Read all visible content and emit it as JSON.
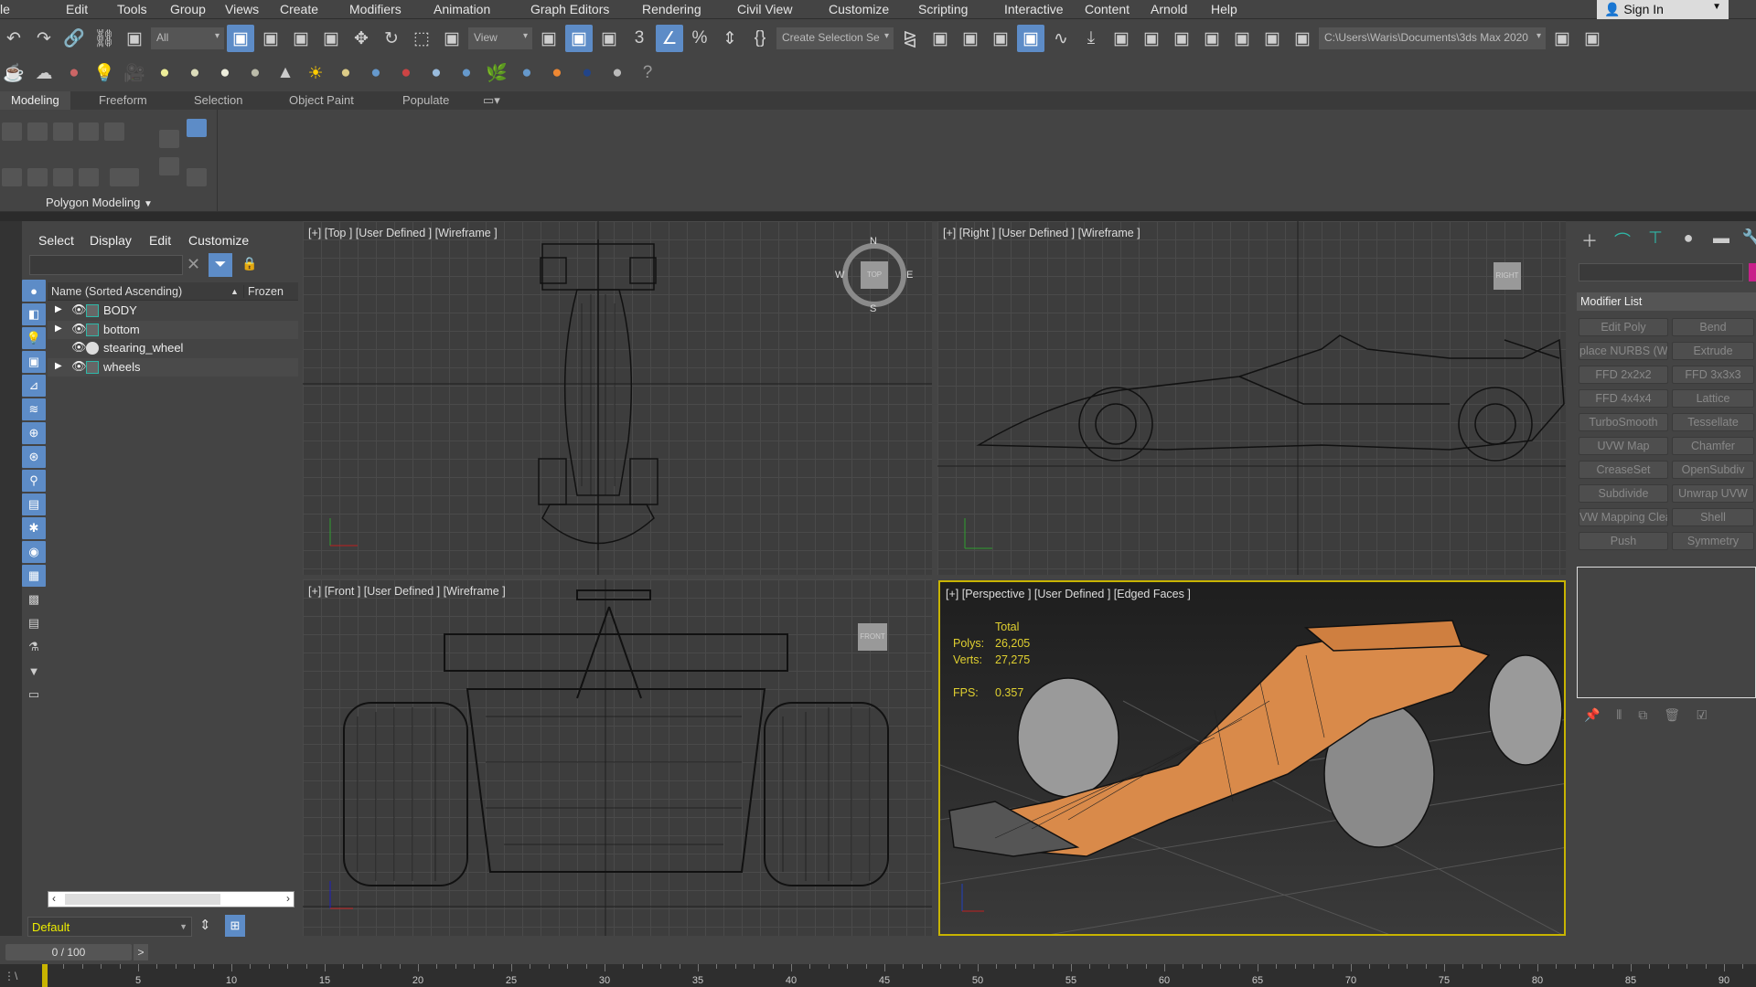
{
  "menu": [
    "le",
    "Edit",
    "Tools",
    "Group",
    "Views",
    "Create",
    "Modifiers",
    "Animation",
    "Graph Editors",
    "Rendering",
    "Civil View",
    "Customize",
    "Scripting",
    "Interactive",
    "Content",
    "Arnold",
    "Help"
  ],
  "sign_in": "Sign In",
  "toolbar1": {
    "filter_value": "All",
    "ref_coord_value": "View",
    "selection_set_value": "Create Selection Se",
    "project_path": "C:\\Users\\Waris\\Documents\\3ds Max 2020",
    "icons": [
      "undo-icon",
      "redo-icon",
      "link-icon",
      "unlink-icon",
      "bind-spacewarp-icon",
      "filter-select",
      "select-object-icon",
      "select-by-name-icon",
      "rect-select-region-icon",
      "window-crossing-icon",
      "move-icon",
      "rotate-icon",
      "scale-icon",
      "placement-icon",
      "ref-coord-select",
      "use-pivot-icon",
      "select-manipulate-icon",
      "keyboard-shortcut-icon",
      "snaps-toggle-icon",
      "angle-snap-icon",
      "percent-snap-icon",
      "spinner-snap-icon",
      "edit-named-sets-icon",
      "selection-set-select",
      "mirror-icon",
      "align-icon",
      "scene-explorer-icon",
      "layer-explorer-icon",
      "toggle-ribbon-icon",
      "curve-editor-icon",
      "dope-sheet-icon",
      "material-editor-icon",
      "render-setup-icon",
      "rendered-frame-icon",
      "render-icon",
      "render-cloud-icon",
      "render-iterative-icon",
      "viewport-layout-icon",
      "project-path-select",
      "project-folder-icon",
      "set-project-icon"
    ]
  },
  "toolbar2": {
    "icons": [
      "teapot-icon",
      "cloud-icon",
      "environment-icon",
      "light-icon",
      "camera-icon",
      "plane-light-icon",
      "dome-icon",
      "sphere-light-icon",
      "teapot-render-icon",
      "cone-icon",
      "sun-icon",
      "sphere-icon",
      "particles-icon",
      "molecule-icon",
      "tower-icon",
      "flower-icon",
      "grass-icon",
      "sphere-blue-icon",
      "balls-icon",
      "ball-dark-icon",
      "document-icon",
      "help-icon"
    ]
  },
  "ribbon": {
    "tabs": [
      "Modeling",
      "Freeform",
      "Selection",
      "Object Paint",
      "Populate"
    ],
    "panel_label": "Polygon Modeling"
  },
  "explorer": {
    "menu": [
      "Select",
      "Display",
      "Edit",
      "Customize"
    ],
    "column_name": "Name (Sorted Ascending)",
    "column_frozen": "Frozen",
    "rows": [
      {
        "name": "BODY",
        "expandable": true
      },
      {
        "name": "bottom",
        "expandable": true
      },
      {
        "name": "stearing_wheel",
        "expandable": false
      },
      {
        "name": "wheels",
        "expandable": true
      }
    ],
    "layer": "Default"
  },
  "viewports": {
    "top": "[+] [Top ] [User Defined ] [Wireframe ]",
    "right": "[+] [Right ] [User Defined ] [Wireframe ]",
    "front": "[+] [Front ] [User Defined ] [Wireframe ]",
    "perspective": "[+] [Perspective ] [User Defined ] [Edged Faces ]",
    "compass": {
      "n": "N",
      "s": "S",
      "e": "E",
      "w": "W",
      "cube": "TOP"
    },
    "right_cube": "RIGHT",
    "front_cube": "FRONT"
  },
  "stats": {
    "header": "Total",
    "polys_label": "Polys:",
    "polys": "26,205",
    "verts_label": "Verts:",
    "verts": "27,275",
    "fps_label": "FPS:",
    "fps": "0.357"
  },
  "command_panel": {
    "modifier_list": "Modifier List",
    "accent": "#c8208a",
    "modifiers": [
      "Edit Poly",
      "Bend",
      "place NURBS (WS",
      "Extrude",
      "FFD 2x2x2",
      "FFD 3x3x3",
      "FFD 4x4x4",
      "Lattice",
      "TurboSmooth",
      "Tessellate",
      "UVW Map",
      "Chamfer",
      "CreaseSet",
      "OpenSubdiv",
      "Subdivide",
      "Unwrap UVW",
      "VW Mapping Clea",
      "Shell",
      "Push",
      "Symmetry"
    ]
  },
  "timeline": {
    "slider": "0 / 100",
    "next": ">",
    "current_frame": 0,
    "ticks": [
      5,
      10,
      15,
      20,
      25,
      30,
      35,
      40,
      45,
      50,
      55,
      60,
      65,
      70,
      75,
      80,
      85,
      90
    ]
  },
  "colors": {
    "active_viewport": "#c8b400",
    "selection_blue": "#5d8cc7",
    "car_orange": "#d98a4a"
  }
}
